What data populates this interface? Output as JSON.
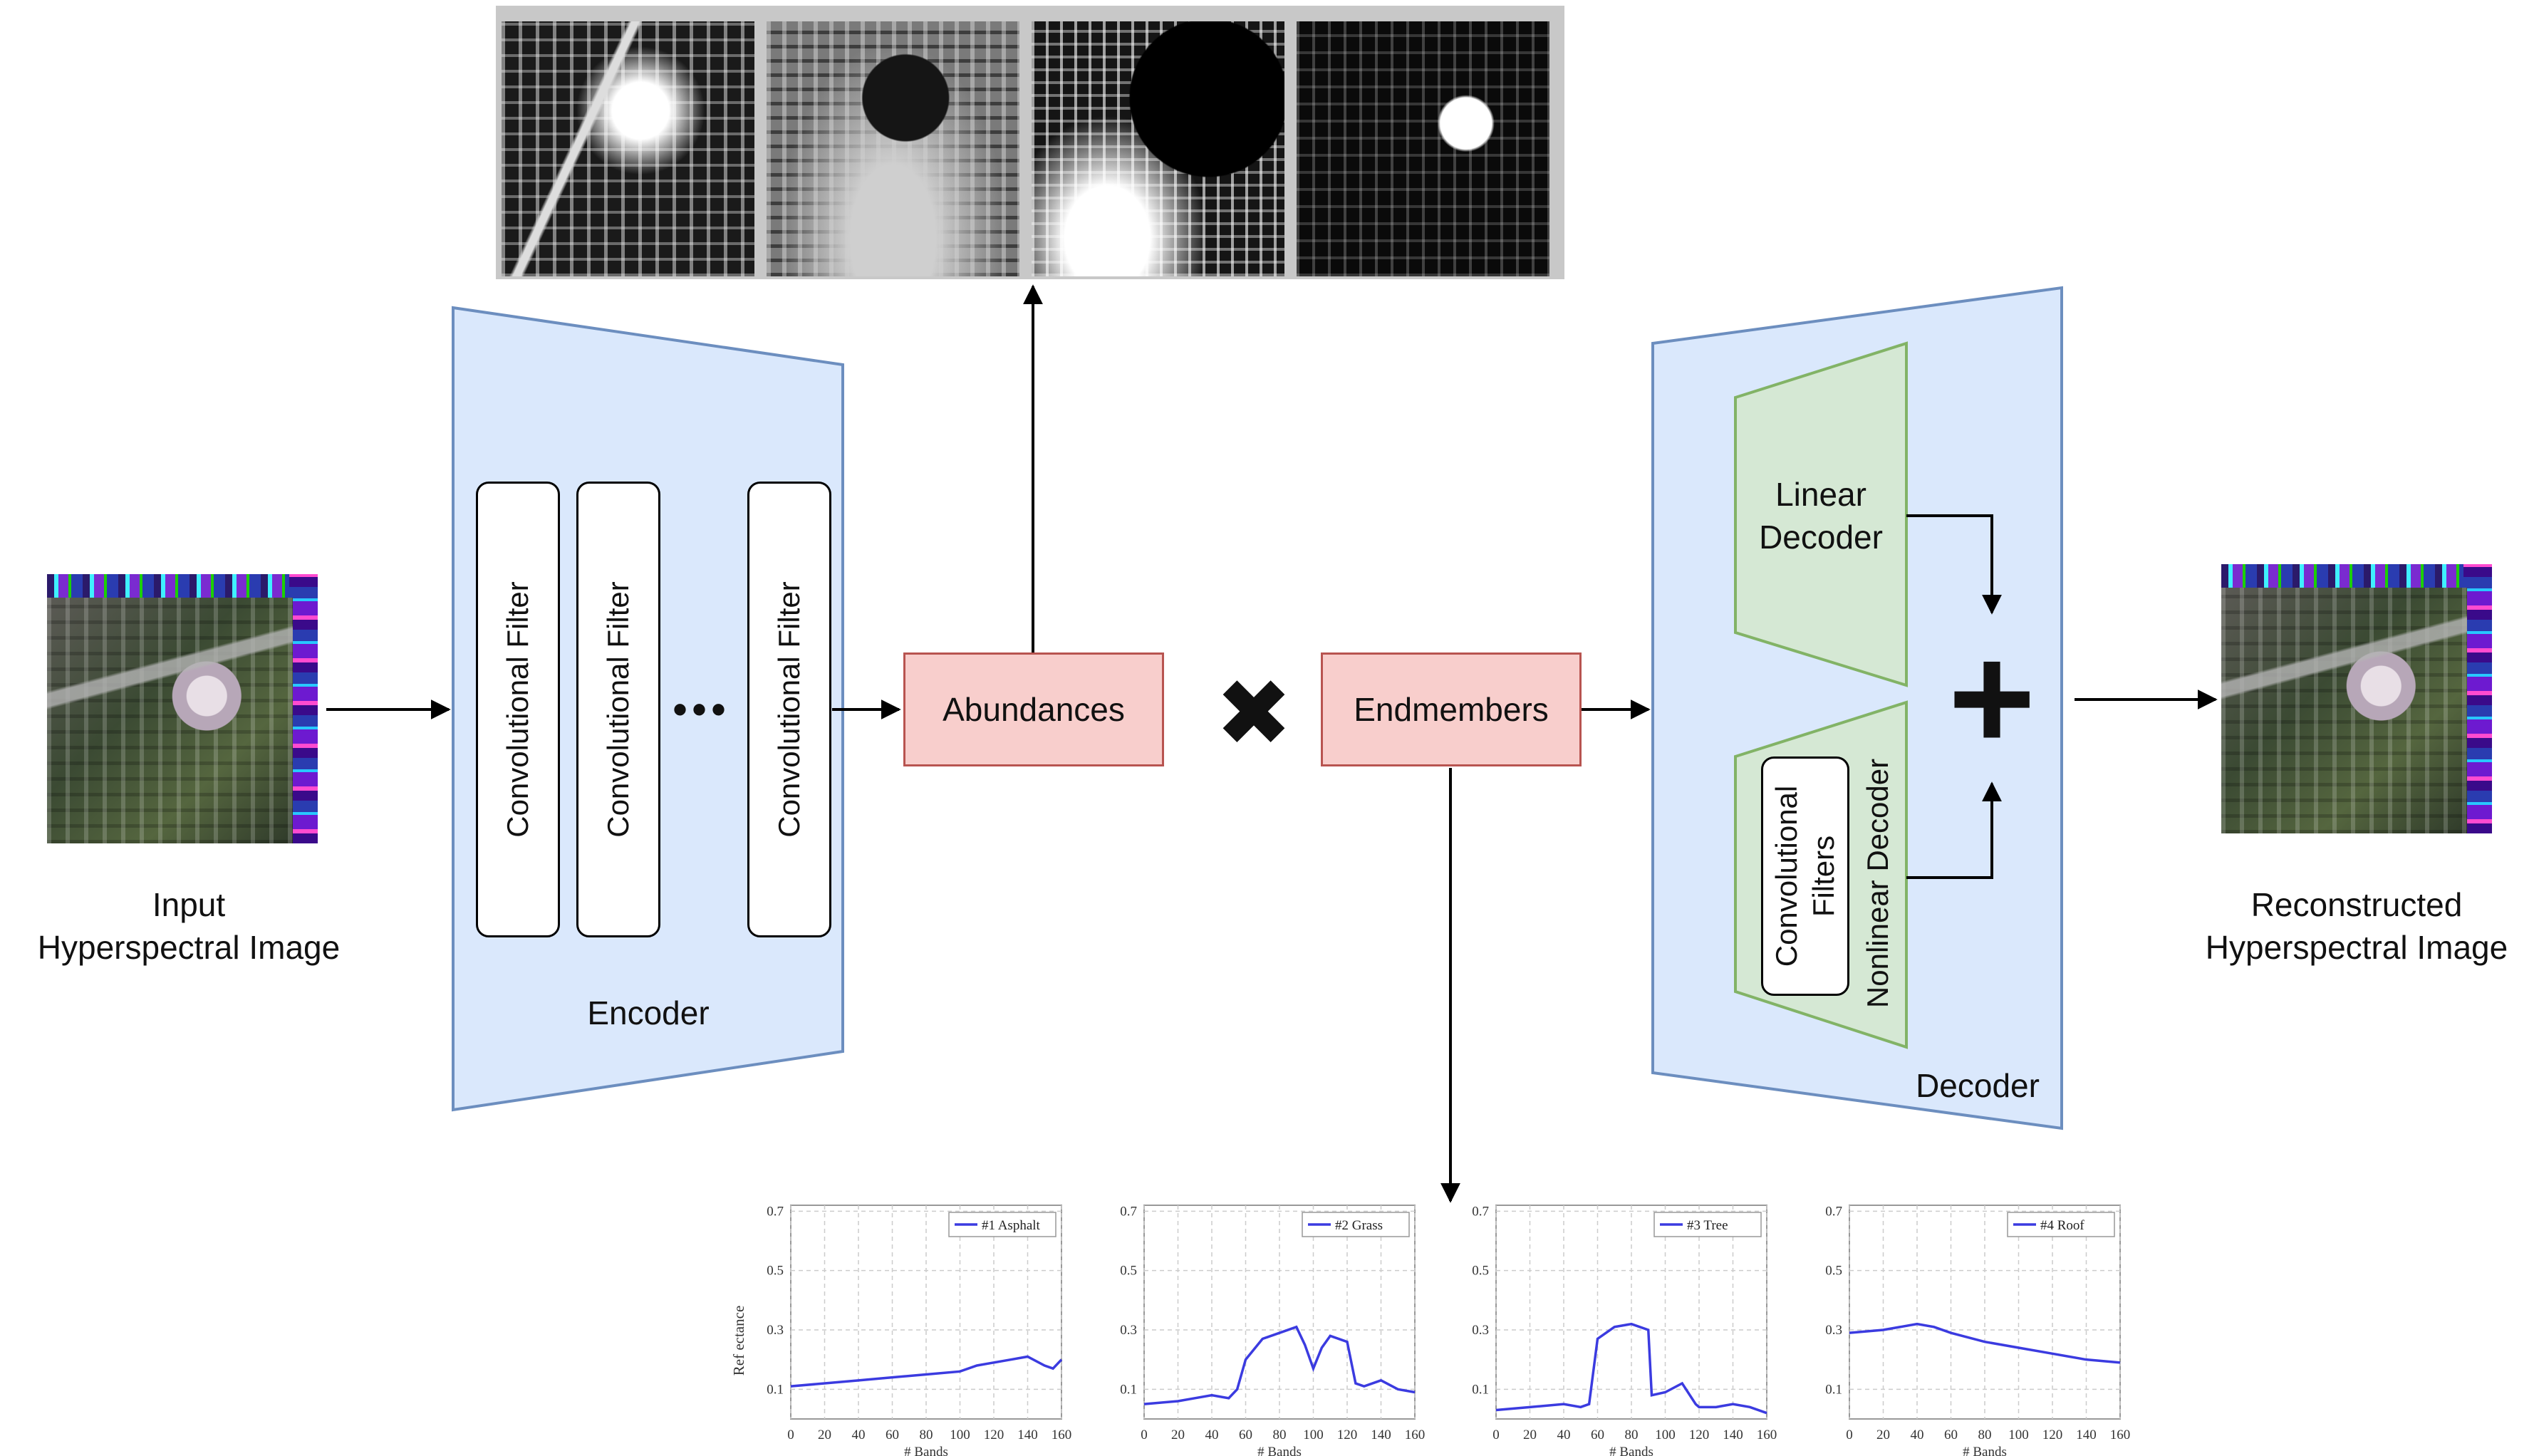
{
  "input": {
    "label_line1": "Input",
    "label_line2": "Hyperspectral Image"
  },
  "encoder": {
    "label": "Encoder",
    "filters": [
      "Convolutional Filter",
      "Convolutional Filter",
      "Convolutional Filter"
    ],
    "ellipsis": "•••"
  },
  "abundances": {
    "label": "Abundances"
  },
  "multiply_symbol": "✖",
  "endmembers": {
    "label": "Endmembers"
  },
  "decoder": {
    "label": "Decoder",
    "linear_line1": "Linear",
    "linear_line2": "Decoder",
    "nonlinear": "Nonlinear Decoder",
    "conv_line1": "Convolutional",
    "conv_line2": "Filters",
    "plus_symbol": "+"
  },
  "output": {
    "label_line1": "Reconstructed",
    "label_line2": "Hyperspectral Image"
  },
  "colors": {
    "block_fill": "#dae8fc",
    "block_stroke": "#6c8ebf",
    "pink_fill": "#f8cecc",
    "pink_stroke": "#b85450",
    "green_fill": "#d5e8d4",
    "green_stroke": "#82b366",
    "series_line": "#3b3be0"
  },
  "chart_data": [
    {
      "type": "line",
      "legend": "#1 Asphalt",
      "xlabel": "# Bands",
      "ylabel": "Ref ectance",
      "xlim": [
        0,
        160
      ],
      "ylim": [
        0,
        0.72
      ],
      "xticks": [
        0,
        20,
        40,
        60,
        80,
        100,
        120,
        140,
        160
      ],
      "yticks": [
        0.1,
        0.3,
        0.5,
        0.7
      ],
      "x": [
        0,
        20,
        40,
        60,
        80,
        100,
        110,
        120,
        130,
        140,
        150,
        155,
        160
      ],
      "y": [
        0.11,
        0.12,
        0.13,
        0.14,
        0.15,
        0.16,
        0.18,
        0.19,
        0.2,
        0.21,
        0.18,
        0.17,
        0.2
      ]
    },
    {
      "type": "line",
      "legend": "#2 Grass",
      "xlabel": "# Bands",
      "ylabel": "",
      "xlim": [
        0,
        160
      ],
      "ylim": [
        0,
        0.72
      ],
      "xticks": [
        0,
        20,
        40,
        60,
        80,
        100,
        120,
        140,
        160
      ],
      "yticks": [
        0.1,
        0.3,
        0.5,
        0.7
      ],
      "x": [
        0,
        20,
        30,
        40,
        50,
        55,
        60,
        70,
        80,
        90,
        95,
        100,
        105,
        110,
        120,
        125,
        130,
        140,
        150,
        160
      ],
      "y": [
        0.05,
        0.06,
        0.07,
        0.08,
        0.07,
        0.1,
        0.2,
        0.27,
        0.29,
        0.31,
        0.25,
        0.17,
        0.24,
        0.28,
        0.26,
        0.12,
        0.11,
        0.13,
        0.1,
        0.09
      ]
    },
    {
      "type": "line",
      "legend": "#3 Tree",
      "xlabel": "# Bands",
      "ylabel": "",
      "xlim": [
        0,
        160
      ],
      "ylim": [
        0,
        0.72
      ],
      "xticks": [
        0,
        20,
        40,
        60,
        80,
        100,
        120,
        140,
        160
      ],
      "yticks": [
        0.1,
        0.3,
        0.5,
        0.7
      ],
      "x": [
        0,
        20,
        40,
        50,
        55,
        60,
        70,
        80,
        90,
        92,
        100,
        110,
        118,
        120,
        130,
        140,
        150,
        160
      ],
      "y": [
        0.03,
        0.04,
        0.05,
        0.04,
        0.05,
        0.27,
        0.31,
        0.32,
        0.3,
        0.08,
        0.09,
        0.12,
        0.05,
        0.04,
        0.04,
        0.05,
        0.04,
        0.02
      ]
    },
    {
      "type": "line",
      "legend": "#4 Roof",
      "xlabel": "# Bands",
      "ylabel": "",
      "xlim": [
        0,
        160
      ],
      "ylim": [
        0,
        0.72
      ],
      "xticks": [
        0,
        20,
        40,
        60,
        80,
        100,
        120,
        140,
        160
      ],
      "yticks": [
        0.1,
        0.3,
        0.5,
        0.7
      ],
      "x": [
        0,
        20,
        40,
        50,
        60,
        80,
        100,
        120,
        140,
        160
      ],
      "y": [
        0.29,
        0.3,
        0.32,
        0.31,
        0.29,
        0.26,
        0.24,
        0.22,
        0.2,
        0.19
      ]
    }
  ]
}
